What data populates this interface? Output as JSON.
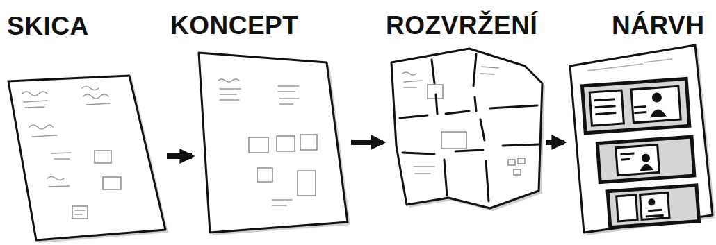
{
  "diagram": {
    "nodes": [
      {
        "text": [
          "SKICA"
        ]
      },
      {
        "text": [
          "KONCEPT"
        ]
      },
      {
        "text": [
          "ROZVRŽENÍ"
        ]
      },
      {
        "text": [
          "NÁRVH"
        ]
      }
    ],
    "edges": [
      {
        "from": 0,
        "to": 1,
        "arrow": "to"
      },
      {
        "from": 1,
        "to": 2,
        "arrow": "to"
      },
      {
        "from": 2,
        "to": 3,
        "arrow": "to"
      }
    ]
  }
}
